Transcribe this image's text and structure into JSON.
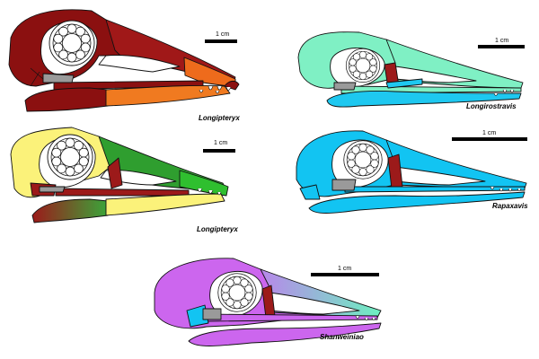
{
  "skulls": [
    {
      "id": "longipteryx-a",
      "label": "Longipteryx",
      "scale_label": "1 cm",
      "colors": {
        "cranium": "#8b1010",
        "rostrum": "#a01818",
        "tip": "#ee6b1c",
        "mandible_front": "#f07a20",
        "mandible_back": "#8b1010",
        "jugal": "#8b1010"
      }
    },
    {
      "id": "longipteryx-b",
      "label": "Longipteryx",
      "scale_label": "1 cm",
      "colors": {
        "cranium": "#fbf27a",
        "rostrum": "#2f9e2f",
        "tip": "#2fbf2f",
        "mandible_front": "#fbf27a",
        "mandible_back": "#9c1a1a",
        "jugal": "#9c1a1a"
      }
    },
    {
      "id": "longirostravis",
      "label": "Longirostravis",
      "scale_label": "1 cm",
      "colors": {
        "cranium": "#7ff0c4",
        "rostrum": "#7ff0c4",
        "tip": "#7ff0c4",
        "mandible_front": "#1ec8f0",
        "mandible_back": "#1ec8f0",
        "jugal": "#9c1a1a"
      }
    },
    {
      "id": "rapaxavis",
      "label": "Rapaxavis",
      "scale_label": "1 cm",
      "colors": {
        "cranium": "#12c4f2",
        "rostrum": "#12c4f2",
        "tip": "#12c4f2",
        "mandible_front": "#12c4f2",
        "mandible_back": "#12c4f2",
        "jugal": "#9c1a1a"
      }
    },
    {
      "id": "shanweiniao",
      "label": "Shanweiniao",
      "scale_label": "1 cm",
      "colors": {
        "cranium": "#cc66ee",
        "rostrum": "#cc66ee",
        "tip": "#6cf0c0",
        "mandible_front": "#cc66ee",
        "mandible_back": "#cc66ee",
        "jugal": "#9c1a1a"
      }
    }
  ]
}
